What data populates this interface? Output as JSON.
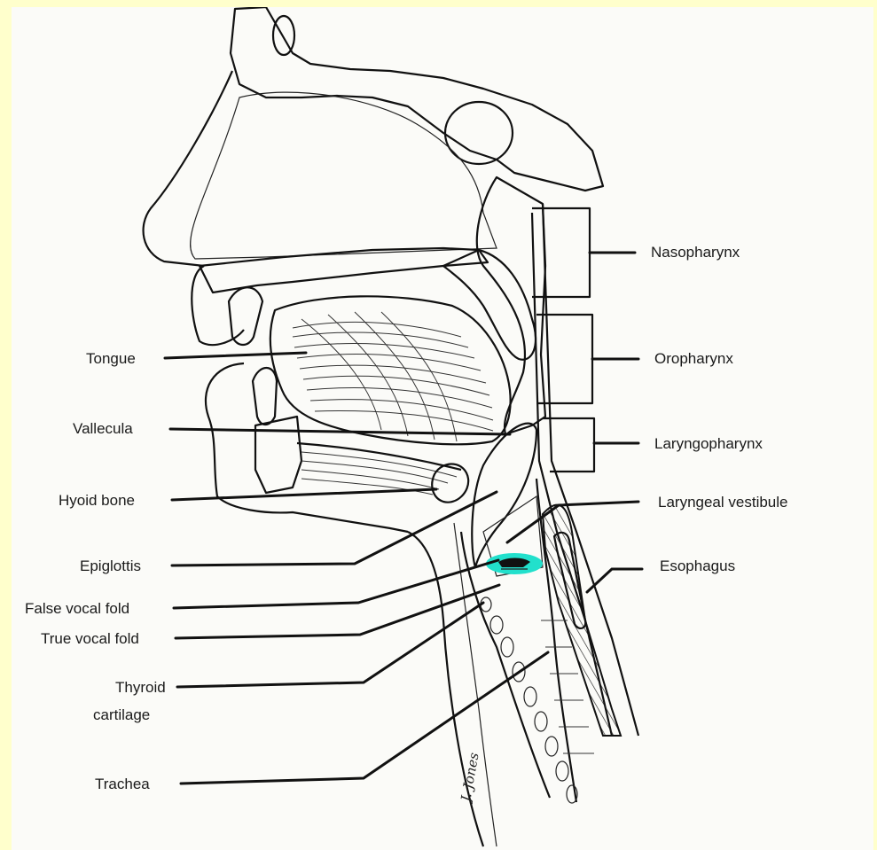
{
  "colors": {
    "outer_background": "#ffffcc",
    "paper": "#fbfbf8",
    "ink": "#111111",
    "highlight": "#22e0cc"
  },
  "labels": {
    "nasopharynx": "Nasopharynx",
    "oropharynx": "Oropharynx",
    "laryngopharynx": "Laryngopharynx",
    "laryngeal_vestibule": "Laryngeal vestibule",
    "esophagus": "Esophagus",
    "tongue": "Tongue",
    "vallecula": "Vallecula",
    "hyoid_bone": "Hyoid bone",
    "epiglottis": "Epiglottis",
    "false_vocal_fold": "False vocal fold",
    "true_vocal_fold": "True vocal fold",
    "thyroid_cartilage_line1": "Thyroid",
    "thyroid_cartilage_line2": "cartilage",
    "trachea": "Trachea"
  },
  "signature": "J. Jones"
}
